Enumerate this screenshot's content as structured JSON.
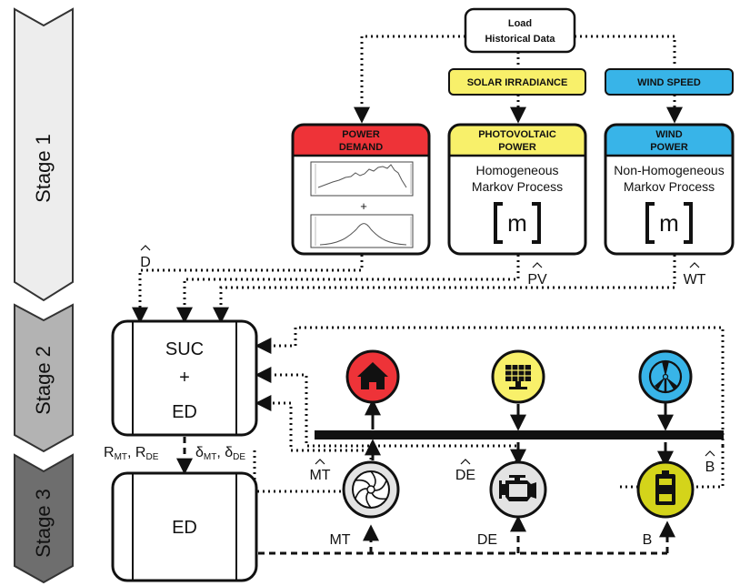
{
  "stages": [
    {
      "label": "Stage 1",
      "fill": "#ededed"
    },
    {
      "label": "Stage 2",
      "fill": "#b3b3b3"
    },
    {
      "label": "Stage 3",
      "fill": "#6e6e6e"
    }
  ],
  "load_historical": {
    "line1": "Load",
    "line2": "Historical Data"
  },
  "solar_irradiance": {
    "label": "SOLAR IRRADIANCE",
    "color": "#f8f06a"
  },
  "wind_speed": {
    "label": "WIND SPEED",
    "color": "#38b4e8"
  },
  "power_demand": {
    "line1": "POWER",
    "line2": "DEMAND",
    "color": "#ee3338",
    "plus": "+"
  },
  "photovoltaic": {
    "line1": "PHOTOVOLTAIC",
    "line2": "POWER",
    "color": "#f8f06a",
    "desc1": "Homogeneous",
    "desc2": "Markov Process",
    "matrix": "m"
  },
  "wind_power": {
    "line1": "WIND",
    "line2": "POWER",
    "color": "#38b4e8",
    "desc1": "Non-Homogeneous",
    "desc2": "Markov Process",
    "matrix": "m"
  },
  "forecasts": {
    "d": "D",
    "pv": "PV",
    "wt": "WT",
    "mt": "MT",
    "de": "DE",
    "b": "B"
  },
  "suc_ed": {
    "line1": "SUC",
    "line2": "+",
    "line3": "ED"
  },
  "ed_box": {
    "label": "ED"
  },
  "reserves": {
    "r_base": "R",
    "r_mt": "MT",
    "r_de": "DE",
    "delta": "δ"
  },
  "units": {
    "mt": "MT",
    "de": "DE",
    "b": "B"
  },
  "icons": {
    "house_color": "#ee3338",
    "solar_color": "#f8f06a",
    "wind_color": "#38b4e8",
    "turbine_color": "#e3e3e3",
    "engine_color": "#e3e3e3",
    "battery_color": "#d4d41a"
  }
}
